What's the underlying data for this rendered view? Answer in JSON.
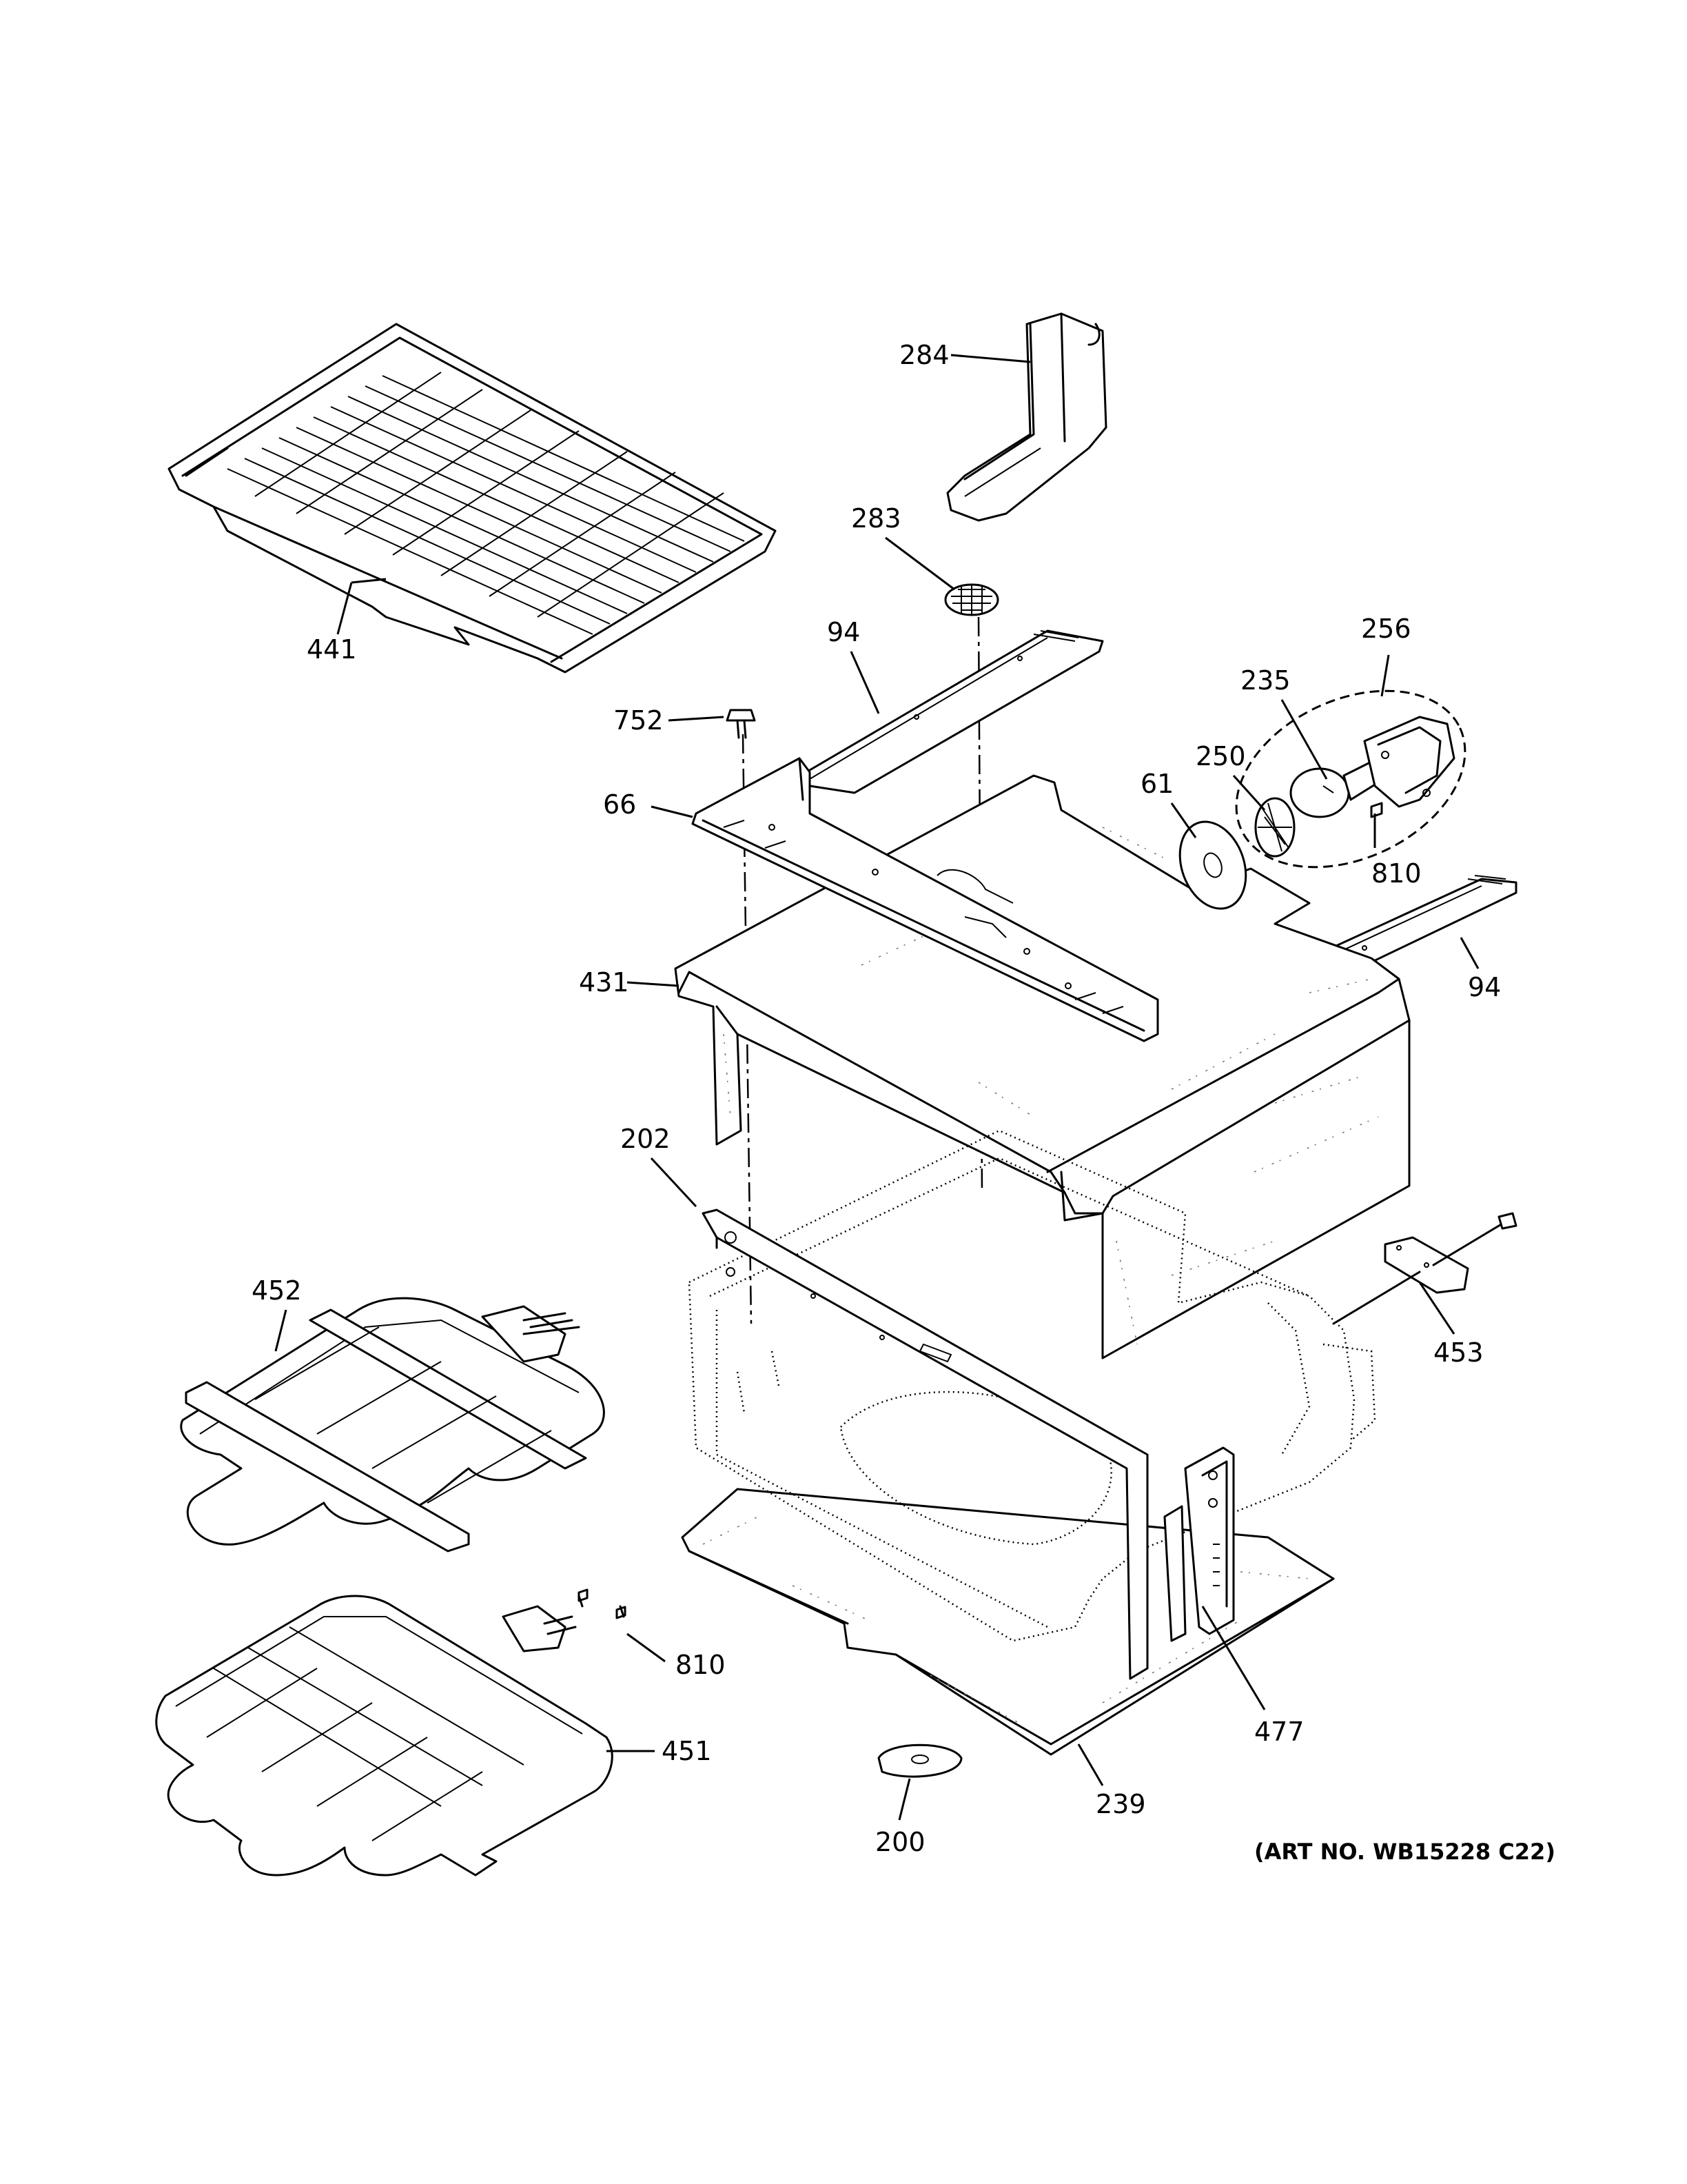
{
  "callouts": [
    {
      "id": "441",
      "text": "441"
    },
    {
      "id": "284",
      "text": "284"
    },
    {
      "id": "283",
      "text": "283"
    },
    {
      "id": "94-left",
      "text": "94"
    },
    {
      "id": "256",
      "text": "256"
    },
    {
      "id": "235",
      "text": "235"
    },
    {
      "id": "250",
      "text": "250"
    },
    {
      "id": "61",
      "text": "61"
    },
    {
      "id": "810-top",
      "text": "810"
    },
    {
      "id": "752",
      "text": "752"
    },
    {
      "id": "66",
      "text": "66"
    },
    {
      "id": "94-right",
      "text": "94"
    },
    {
      "id": "431",
      "text": "431"
    },
    {
      "id": "202",
      "text": "202"
    },
    {
      "id": "452",
      "text": "452"
    },
    {
      "id": "453",
      "text": "453"
    },
    {
      "id": "810-bottom",
      "text": "810"
    },
    {
      "id": "451",
      "text": "451"
    },
    {
      "id": "477",
      "text": "477"
    },
    {
      "id": "239",
      "text": "239"
    },
    {
      "id": "200",
      "text": "200"
    }
  ],
  "art_number": "(ART NO. WB15228 C22)"
}
